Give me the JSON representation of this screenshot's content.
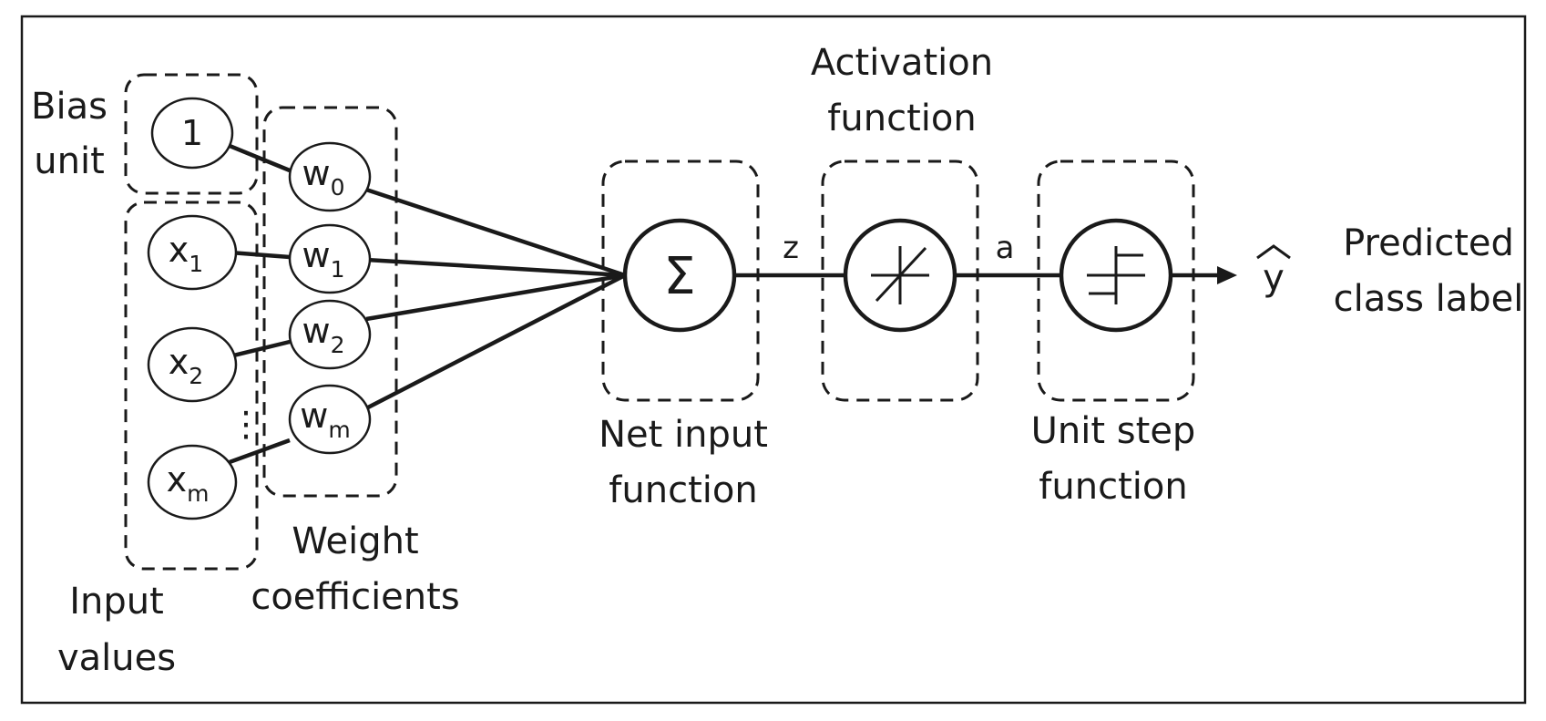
{
  "labels": {
    "bias_unit": [
      "Bias",
      "unit"
    ],
    "input_values": [
      "Input",
      "values"
    ],
    "weight_coefficients": [
      "Weight",
      "coefficients"
    ],
    "net_input_function": [
      "Net input",
      "function"
    ],
    "activation_function": [
      "Activation",
      "function"
    ],
    "unit_step_function": [
      "Unit step",
      "function"
    ],
    "predicted_class_label": [
      "Predicted",
      "class label"
    ]
  },
  "nodes": {
    "bias": "1",
    "inputs": [
      {
        "base": "x",
        "sub": "1"
      },
      {
        "base": "x",
        "sub": "2"
      },
      {
        "base": "x",
        "sub": "m"
      }
    ],
    "weights": [
      {
        "base": "w",
        "sub": "0"
      },
      {
        "base": "w",
        "sub": "1"
      },
      {
        "base": "w",
        "sub": "2"
      },
      {
        "base": "w",
        "sub": "m"
      }
    ],
    "sum_symbol": "Σ"
  },
  "edge_labels": {
    "z": "z",
    "a": "a"
  },
  "output": {
    "symbol": "y"
  },
  "ellipsis": "⋮"
}
